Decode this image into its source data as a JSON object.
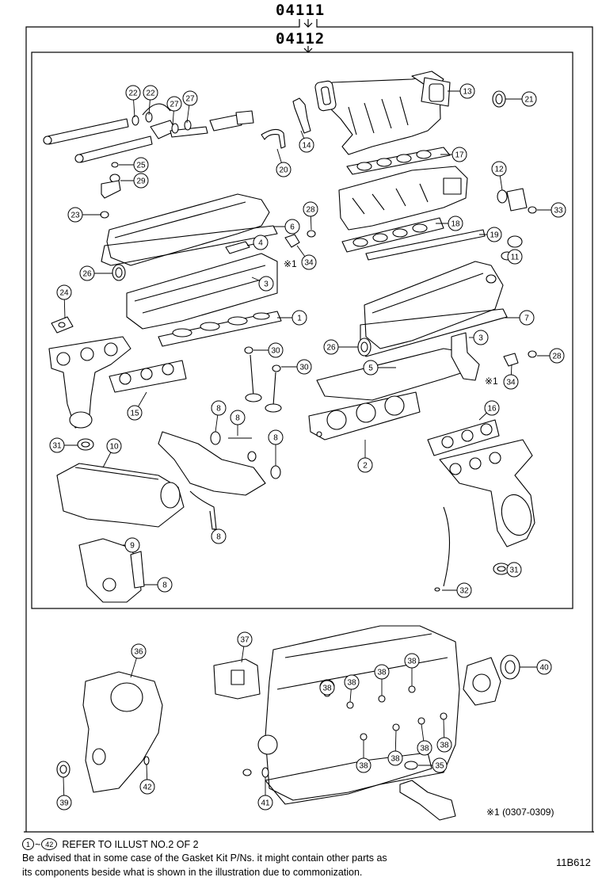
{
  "headers": {
    "outer": "04111",
    "inner": "04112"
  },
  "callouts": [
    "22",
    "22",
    "27",
    "27",
    "13",
    "21",
    "14",
    "17",
    "20",
    "25",
    "29",
    "12",
    "33",
    "23",
    "28",
    "6",
    "18",
    "4",
    "19",
    "11",
    "26",
    "34",
    "3",
    "1",
    "24",
    "7",
    "30",
    "26",
    "3",
    "5",
    "30",
    "28",
    "34",
    "15",
    "8",
    "8",
    "16",
    "8",
    "31",
    "10",
    "2",
    "9",
    "8",
    "8",
    "31",
    "32",
    "37",
    "36",
    "38",
    "38",
    "38",
    "38",
    "40",
    "38",
    "38",
    "38",
    "38",
    "38",
    "39",
    "42",
    "41",
    "35"
  ],
  "annotations": {
    "mark1_a": "※1",
    "mark1_b": "※1",
    "date_range": "※1 (0307-0309)"
  },
  "footer": {
    "line1_prefix": "1",
    "line1_tilde": "~",
    "line1_suffix_num": "42",
    "line1_text": "REFER TO ILLUST NO.2 OF 2",
    "line2": "Be advised that in some case of the Gasket Kit P/Ns.  it might contain other parts as",
    "line3": "its components beside what is shown in the illustration due to commonization.",
    "code": "11B612"
  }
}
